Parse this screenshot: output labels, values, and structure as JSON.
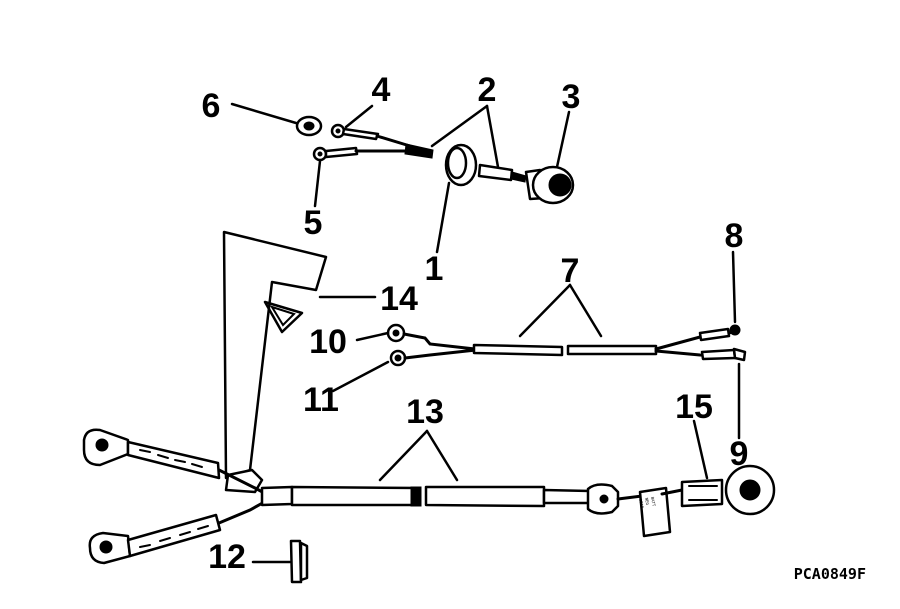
{
  "drawing_code": "PCA0849F",
  "callouts": [
    {
      "id": "1",
      "label": "1"
    },
    {
      "id": "2",
      "label": "2"
    },
    {
      "id": "3",
      "label": "3"
    },
    {
      "id": "4",
      "label": "4"
    },
    {
      "id": "5",
      "label": "5"
    },
    {
      "id": "6",
      "label": "6"
    },
    {
      "id": "7",
      "label": "7"
    },
    {
      "id": "8",
      "label": "8"
    },
    {
      "id": "9",
      "label": "9"
    },
    {
      "id": "10",
      "label": "10"
    },
    {
      "id": "11",
      "label": "11"
    },
    {
      "id": "12",
      "label": "12"
    },
    {
      "id": "13",
      "label": "13"
    },
    {
      "id": "14",
      "label": "14"
    },
    {
      "id": "15",
      "label": "15"
    }
  ],
  "colors": {
    "ink": "#000000",
    "paper": "#ffffff"
  }
}
